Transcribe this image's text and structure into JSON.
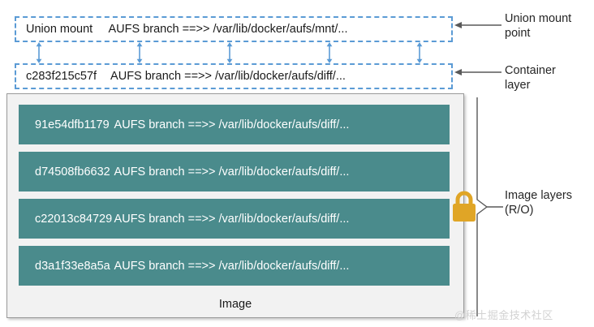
{
  "diagram": {
    "title": "Docker AUFS storage driver layer diagram",
    "colors": {
      "layer_bar": "#4a8b8c",
      "dashed_border": "#5b9bd5",
      "arrow_blue": "#5b9bd5",
      "container_bg": "#f2f2f2",
      "lock": "#e0a526",
      "leader_gray": "#595959",
      "watermark": "#d2d2d2"
    },
    "union_mount": {
      "id": "Union mount",
      "branch": "AUFS branch ==>> /var/lib/docker/aufs/mnt/..."
    },
    "container_layer": {
      "id": "c283f215c57f",
      "branch": "AUFS branch ==>> /var/lib/docker/aufs/diff/..."
    },
    "image_layers": [
      {
        "id": "91e54dfb1179",
        "branch": "AUFS branch ==>> /var/lib/docker/aufs/diff/..."
      },
      {
        "id": "d74508fb6632",
        "branch": "AUFS branch ==>> /var/lib/docker/aufs/diff/..."
      },
      {
        "id": "c22013c84729",
        "branch": "AUFS branch ==>> /var/lib/docker/aufs/diff/..."
      },
      {
        "id": "d3a1f33e8a5a",
        "branch": "AUFS branch ==>> /var/lib/docker/aufs/diff/..."
      }
    ],
    "image_footer_label": "Image",
    "callouts": {
      "union_mount_point": "Union mount\npoint",
      "container_layer": "Container\nlayer",
      "image_layers": "Image layers\n(R/O)"
    },
    "icons": {
      "lock": "lock-icon"
    },
    "watermark": "@稀土掘金技术社区"
  }
}
